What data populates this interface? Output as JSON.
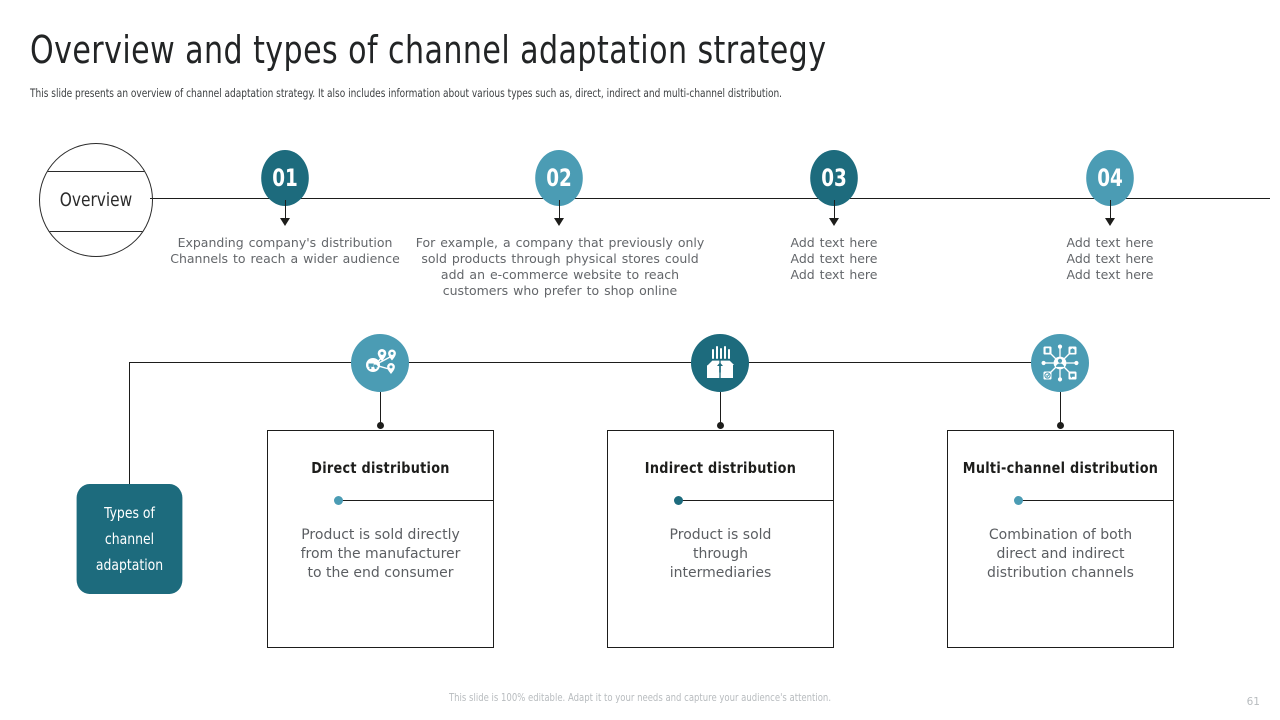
{
  "header": {
    "title": "Overview and types of channel adaptation strategy",
    "subtitle": "This slide presents an overview of channel adaptation strategy. It also includes information about various types such as, direct, indirect and multi-channel distribution."
  },
  "timeline": {
    "overview_label": "Overview",
    "nodes": [
      {
        "number": "01",
        "color": "#1d6b7d",
        "text": "Expanding company's distribution\nChannels to reach a wider audience"
      },
      {
        "number": "02",
        "color": "#4b9cb4",
        "text": "For example, a company that previously  only\nsold products through  physical stores could\nadd an e-commerce  website to reach\ncustomers who  prefer  to shop online"
      },
      {
        "number": "03",
        "color": "#1d6b7d",
        "text": "Add text here\nAdd text here\nAdd text here"
      },
      {
        "number": "04",
        "color": "#4b9cb4",
        "text": "Add text here\nAdd text here\nAdd text here"
      }
    ]
  },
  "flow": {
    "badge_label": "Types of\nchannel\nadaptation",
    "badge_color": "#1d6b7d",
    "cards": [
      {
        "icon": "delivery-network-icon",
        "icon_color": "#4b9cb4",
        "dot_color": "#4b9cb4",
        "title": "Direct distribution",
        "body": "Product is sold directly\nfrom the manufacturer\nto the end consumer"
      },
      {
        "icon": "open-box-distribution-icon",
        "icon_color": "#1d6b7d",
        "dot_color": "#1d6b7d",
        "title": "Indirect distribution",
        "body": "Product is sold\nthrough\nintermediaries"
      },
      {
        "icon": "multi-channel-network-icon",
        "icon_color": "#4b9cb4",
        "dot_color": "#4b9cb4",
        "title": "Multi-channel distribution",
        "body": "Combination of both\ndirect and indirect\ndistribution channels"
      }
    ]
  },
  "footer": {
    "note": "This slide is 100% editable. Adapt it to your needs and capture your audience's attention.",
    "page_number": "61"
  }
}
